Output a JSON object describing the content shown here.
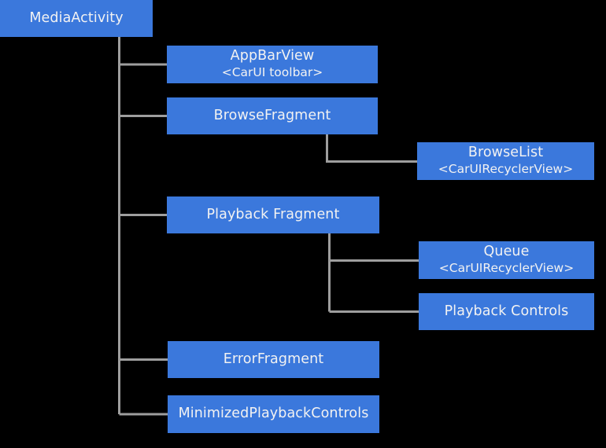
{
  "diagram": {
    "background_color": "#000000",
    "node_color": "#3b78dc",
    "node_text_color": "#f2f2f2",
    "connector_color": "#9e9e9e",
    "root": {
      "id": "media-activity",
      "title": "MediaActivity",
      "subtitle": ""
    },
    "nodes": [
      {
        "id": "app-bar-view",
        "title": "AppBarView",
        "subtitle": "<CarUI toolbar>"
      },
      {
        "id": "browse-fragment",
        "title": "BrowseFragment",
        "subtitle": ""
      },
      {
        "id": "browse-list",
        "title": "BrowseList",
        "subtitle": "<CarUIRecyclerView>"
      },
      {
        "id": "playback-fragment",
        "title": "Playback Fragment",
        "subtitle": ""
      },
      {
        "id": "queue",
        "title": "Queue",
        "subtitle": "<CarUIRecyclerView>"
      },
      {
        "id": "playback-controls",
        "title": "Playback Controls",
        "subtitle": ""
      },
      {
        "id": "error-fragment",
        "title": "ErrorFragment",
        "subtitle": ""
      },
      {
        "id": "minimized-playback-controls",
        "title": "MinimizedPlaybackControls",
        "subtitle": ""
      }
    ]
  }
}
